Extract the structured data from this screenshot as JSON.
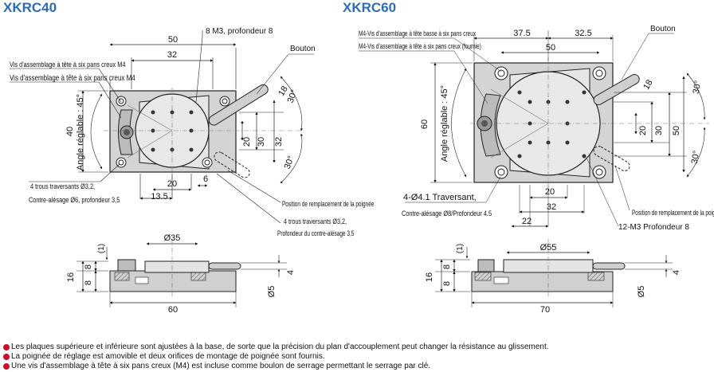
{
  "titles": {
    "left": "XKRC40",
    "right": "XKRC60"
  },
  "left": {
    "dims": {
      "w50": "50",
      "w32": "32",
      "h40": "40",
      "d20a": "20",
      "d13_5": "13.5",
      "d6": "6",
      "v20": "20",
      "v30": "30",
      "v32": "32",
      "d18": "18",
      "a30a": "30°",
      "a30b": "30°",
      "s1": "(1)",
      "s8a": "8",
      "s8b": "8",
      "s16": "16",
      "s4": "4",
      "s5": "Ø5",
      "s35": "Ø35",
      "s60": "60"
    },
    "labels": {
      "m3": "8 M3, profondeur 8",
      "bouton": "Bouton",
      "vis1": "Vis d'assemblage à tête à six pans creux M4",
      "vis2": "Vis d'assemblage à tête à six pans creux M4",
      "angle": "Angle réglable : 45°",
      "trous1": "4 trous traversants Ø3,2,",
      "trous2": "Contre-alésage Ø6, profondeur 3,5",
      "pos": "Position de remplacement de la poignée",
      "trous3": "4 trous traversants Ø3,2,",
      "trous4": "Profondeur du contre-alésage 3,5"
    }
  },
  "right": {
    "dims": {
      "w37_5": "37.5",
      "w32_5": "32.5",
      "w50": "50",
      "h60": "60",
      "v20": "20",
      "v30": "30",
      "v50": "50",
      "d18": "18",
      "a30a": "30°",
      "a30b": "30°",
      "b20": "20",
      "b32": "32",
      "b22": "22",
      "s1": "(1)",
      "s8a": "8",
      "s8b": "8",
      "s16": "16",
      "s4": "4",
      "s5": "Ø5",
      "s55": "Ø55",
      "s70": "70"
    },
    "labels": {
      "m4a": "M4-Vis d'assemblage à tête basse à six pans creux",
      "m4b": "M4-Vis d'assemblage à tête à six pans creux (fournie)",
      "bouton": "Bouton",
      "angle": "Angle réglable : 45°",
      "trav": "4-Ø4.1 Traversant,",
      "contre": "Contre-alésage Ø8/Profondeur 4.5",
      "pos": "Position de remplacement de la poignée",
      "m3": "12-M3 Profondeur 8"
    }
  },
  "notes": [
    "Les plaques supérieure et inférieure sont ajustées à la base, de sorte que la précision du plan d'accouplement peut changer la résistance au glissement.",
    "La poignée de réglage est amovible et deux orifices de montage de poignée sont fournis.",
    "Une vis d'assemblage à tête à six pans creux (M4) est incluse comme boulon de serrage permettant le serrage par clé."
  ]
}
